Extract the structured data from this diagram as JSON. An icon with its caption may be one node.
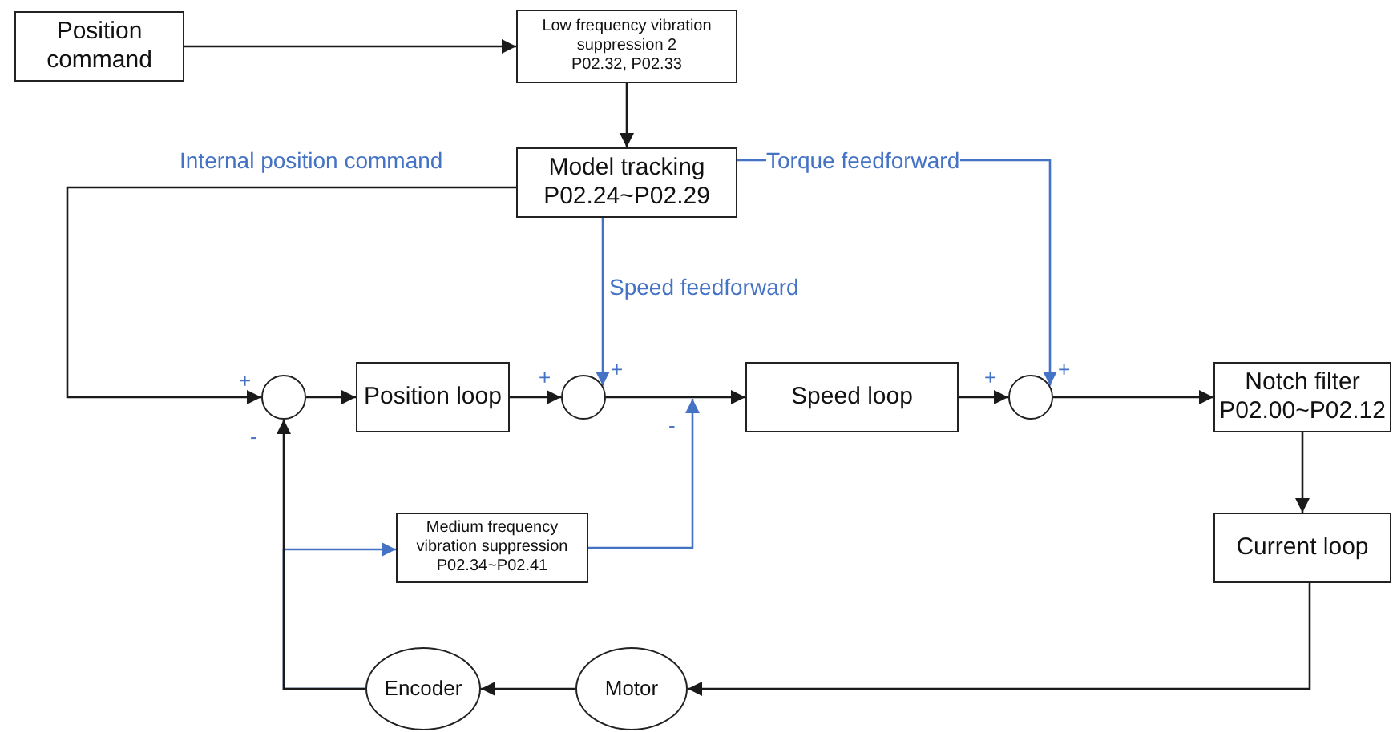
{
  "diagram": {
    "nodes": [
      {
        "text": [
          "Position command"
        ]
      },
      {
        "text": [
          "Low frequency vibration suppression 2",
          "P02.32, P02.33"
        ]
      },
      {
        "text": [
          "Model tracking",
          "P02.24~P02.29"
        ]
      },
      {
        "text": [],
        "shape": "circle"
      },
      {
        "text": [
          "Position loop"
        ]
      },
      {
        "text": [],
        "shape": "circle"
      },
      {
        "text": [
          "Speed loop"
        ]
      },
      {
        "text": [],
        "shape": "circle"
      },
      {
        "text": [
          "Notch filter",
          "P02.00~P02.12"
        ]
      },
      {
        "text": [
          "Medium frequency vibration suppression",
          "P02.34~P02.41"
        ]
      },
      {
        "text": [
          "Current loop"
        ]
      },
      {
        "text": [
          "Encoder"
        ]
      },
      {
        "text": [
          "Motor"
        ]
      }
    ],
    "edges": [
      {
        "from": 0,
        "to": 1,
        "arrow": "to"
      },
      {
        "from": 1,
        "to": 2,
        "arrow": "to"
      },
      {
        "from": 2,
        "to": 3,
        "arrow": "to",
        "label": "Internal position command"
      },
      {
        "from": 3,
        "to": 4,
        "arrow": "to"
      },
      {
        "from": 4,
        "to": 5,
        "arrow": "to"
      },
      {
        "from": 2,
        "to": 5,
        "arrow": "to",
        "label": "Speed feedforward",
        "color": "#4472c4"
      },
      {
        "from": 5,
        "to": 6,
        "arrow": "to"
      },
      {
        "from": 6,
        "to": 7,
        "arrow": "to"
      },
      {
        "from": 2,
        "to": 7,
        "arrow": "to",
        "label": "Torque feedforward",
        "color": "#4472c4"
      },
      {
        "from": 7,
        "to": 8,
        "arrow": "to"
      },
      {
        "from": 8,
        "to": 10,
        "arrow": "to"
      },
      {
        "from": 10,
        "to": 12,
        "arrow": "to"
      },
      {
        "from": 12,
        "to": 11,
        "arrow": "to"
      },
      {
        "from": 11,
        "to": 3,
        "arrow": "to"
      },
      {
        "from": 11,
        "to": 9,
        "arrow": "to",
        "color": "#4472c4"
      },
      {
        "from": 9,
        "to": null,
        "arrow": "to",
        "color": "#4472c4"
      }
    ],
    "labels": [
      "+",
      "+",
      "+",
      "+",
      "+",
      "-",
      "-"
    ]
  }
}
